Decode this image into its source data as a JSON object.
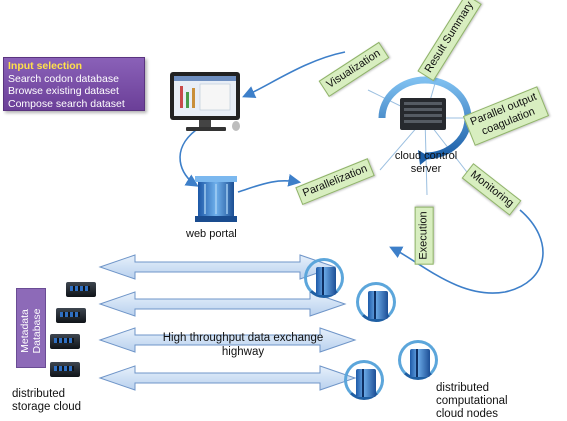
{
  "input_selection": {
    "title": "Input selection",
    "items": [
      "Search codon database",
      "Browse existing dataset",
      "Compose search dataset"
    ]
  },
  "labels": {
    "visualization": "Visualization",
    "result_summary": "Result Summary",
    "parallel_output_line1": "Parallel output",
    "parallel_output_line2": "coagulation",
    "parallelization": "Parallelization",
    "monitoring": "Monitoring",
    "execution": "Execution",
    "cloud_control_line1": "cloud control",
    "cloud_control_line2": "server",
    "web_portal": "web portal",
    "highway_line1": "High throughput data exchange",
    "highway_line2": "highway",
    "metadata_line1": "Metadata",
    "metadata_line2": "Database",
    "storage_line1": "distributed",
    "storage_line2": "storage cloud",
    "nodes_line1": "distributed",
    "nodes_line2": "computational",
    "nodes_line3": "cloud nodes"
  },
  "colors": {
    "input_box": "#7a4fb0",
    "input_title": "#ffe14a",
    "green_label": "#d8eec0",
    "arrow_blue": "#3d7fc9",
    "highway_fill": "#cfe0f3",
    "metadata_box": "#8d6ab8"
  }
}
